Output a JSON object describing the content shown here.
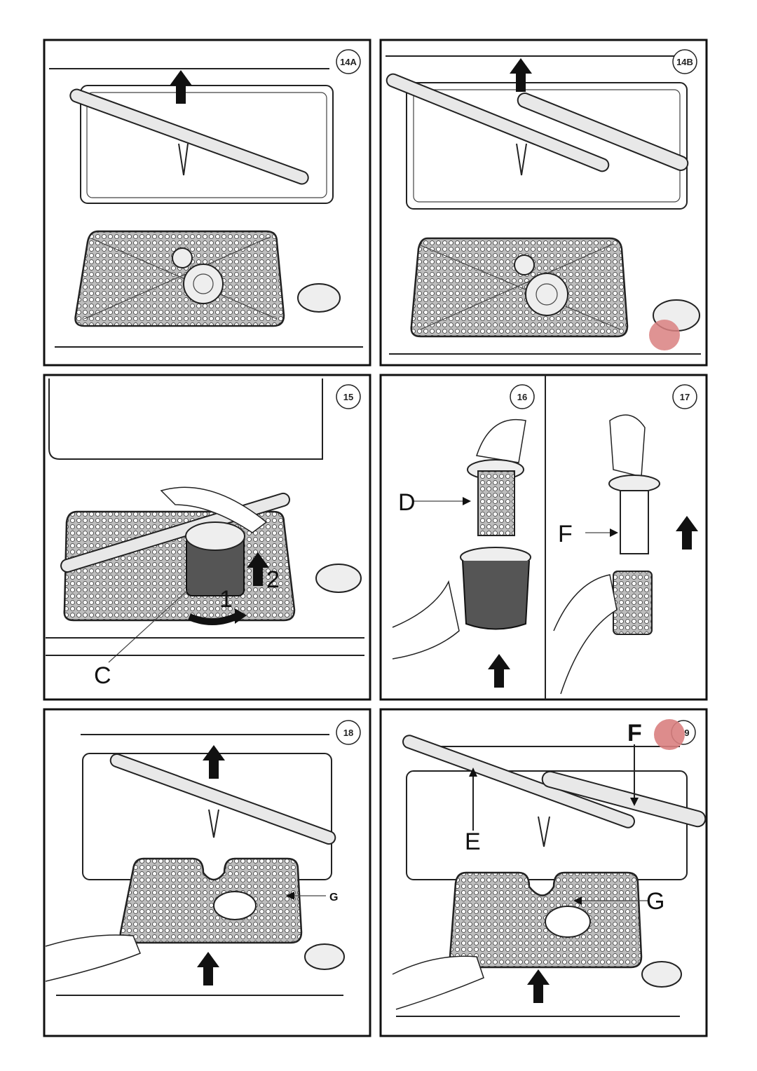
{
  "figures": [
    {
      "id": "14A",
      "label": "14A"
    },
    {
      "id": "14B",
      "label": "14B"
    },
    {
      "id": "15",
      "label": "15",
      "callouts": [
        "C",
        "1",
        "2"
      ]
    },
    {
      "id": "16",
      "label": "16",
      "callouts": [
        "D"
      ]
    },
    {
      "id": "17",
      "label": "17",
      "callouts": [
        "F"
      ]
    },
    {
      "id": "18",
      "label": "18",
      "callouts": [
        "G"
      ]
    },
    {
      "id": "19",
      "label": "9",
      "callouts": [
        "F",
        "E",
        "G"
      ]
    }
  ],
  "colors": {
    "line": "#111111",
    "sticker": "#d98080"
  }
}
